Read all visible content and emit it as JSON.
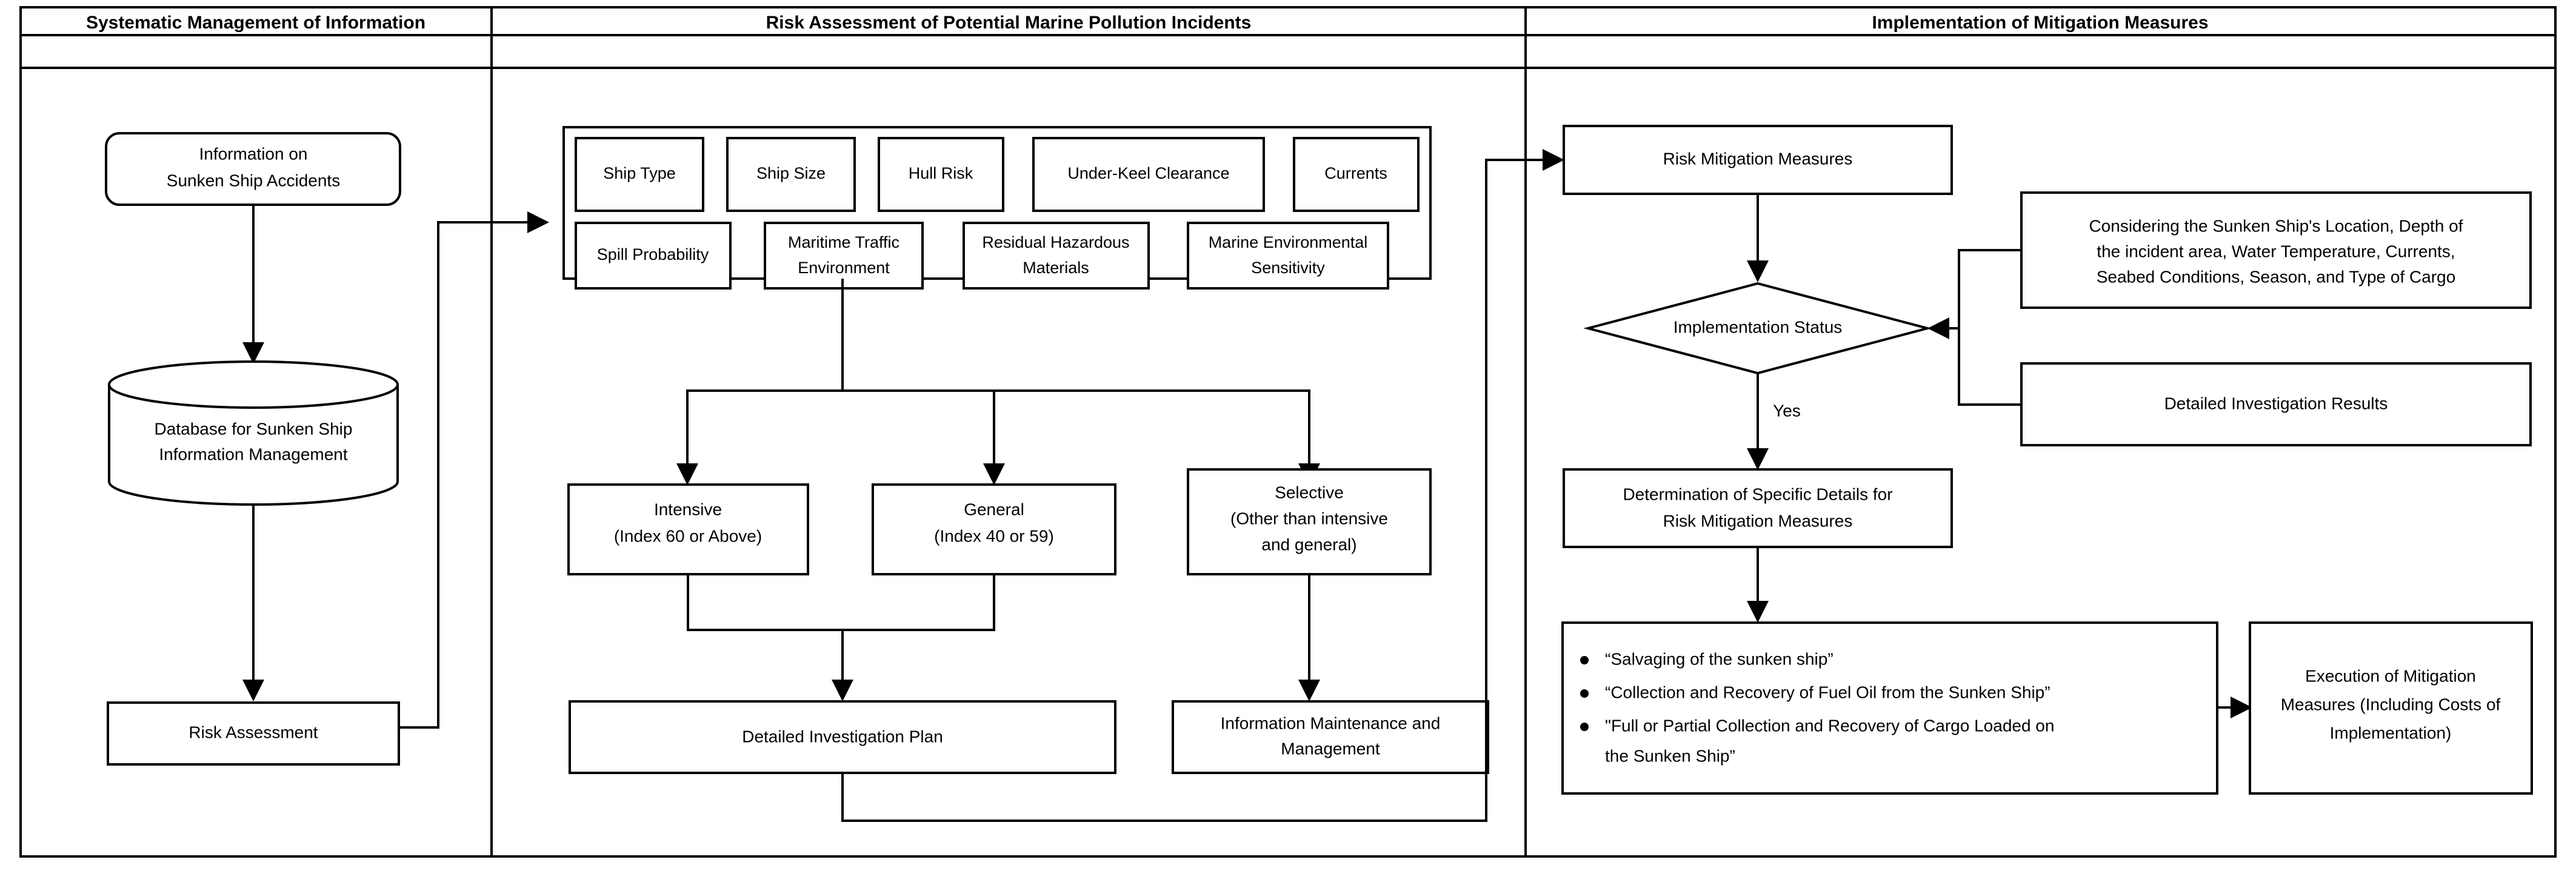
{
  "columns": [
    {
      "id": "col-systematic",
      "header": "Systematic Management of Information",
      "nodes": {
        "info_accidents": [
          "Information on",
          "Sunken Ship Accidents"
        ],
        "database": [
          "Database for Sunken Ship",
          "Information Management"
        ],
        "risk_assessment": [
          "Risk Assessment"
        ]
      }
    },
    {
      "id": "col-risk-assessment",
      "header": "Risk Assessment of Potential Marine Pollution Incidents",
      "factors_row1": [
        "Ship Type",
        "Ship Size",
        "Hull Risk",
        "Under-Keel Clearance",
        "Currents"
      ],
      "factors_row2": [
        [
          "Spill Probability"
        ],
        [
          "Maritime Traffic",
          "Environment"
        ],
        [
          "Residual Hazardous",
          "Materials"
        ],
        [
          "Marine Environmental",
          "Sensitivity"
        ]
      ],
      "classes": [
        [
          "Intensive",
          "(Index 60 or Above)"
        ],
        [
          "General",
          "(Index 40 or 59)"
        ],
        [
          "Selective",
          "(Other than intensive",
          "and general)"
        ]
      ],
      "outcomes": [
        [
          "Detailed Investigation Plan"
        ],
        [
          "Information Maintenance and",
          "Management"
        ]
      ]
    },
    {
      "id": "col-mitigation",
      "header": "Implementation of Mitigation Measures",
      "nodes": {
        "risk_mitigation_measures": [
          "Risk Mitigation Measures"
        ],
        "implementation_status": [
          "Implementation Status"
        ],
        "yes_label": "Yes",
        "considering": [
          "Considering the Sunken Ship's Location, Depth of",
          "the incident area, Water Temperature, Currents,",
          "Seabed Conditions, Season, and Type of Cargo"
        ],
        "detailed_results": [
          "Detailed Investigation Results"
        ],
        "determination": [
          "Determination of Specific Details for",
          "Risk Mitigation Measures"
        ],
        "measure_bullets": [
          [
            "“Salvaging of the sunken ship”"
          ],
          [
            "“Collection and Recovery of Fuel Oil from the Sunken Ship”"
          ],
          [
            "\"Full or Partial Collection and Recovery of Cargo Loaded on",
            "the Sunken Ship”"
          ]
        ],
        "execution": [
          "Execution of Mitigation",
          "Measures (Including Costs of",
          "Implementation)"
        ]
      }
    }
  ],
  "colors": {
    "stroke": "#000000",
    "background": "#ffffff",
    "text": "#000000"
  }
}
